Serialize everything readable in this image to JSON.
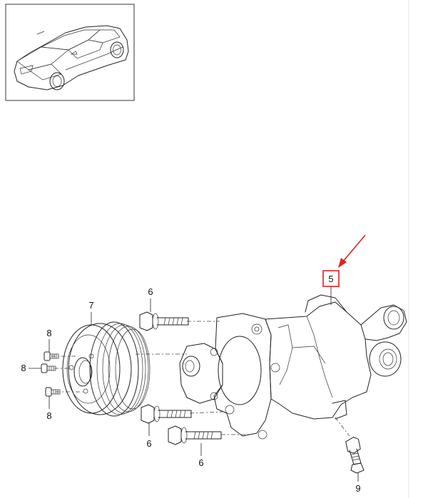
{
  "colors": {
    "highlight": "#e02020",
    "line": "#222222",
    "frame": "#cccccc"
  },
  "callouts": {
    "pump": "5",
    "bolt_upper": "6",
    "bolt_lower_left": "6",
    "bolt_lower_right": "6",
    "pulley": "7",
    "screw_top": "8",
    "screw_left": "8",
    "screw_bottom": "8",
    "bolt_bottom": "9"
  },
  "thumbnail": {
    "icon": "car-sedan-icon"
  }
}
